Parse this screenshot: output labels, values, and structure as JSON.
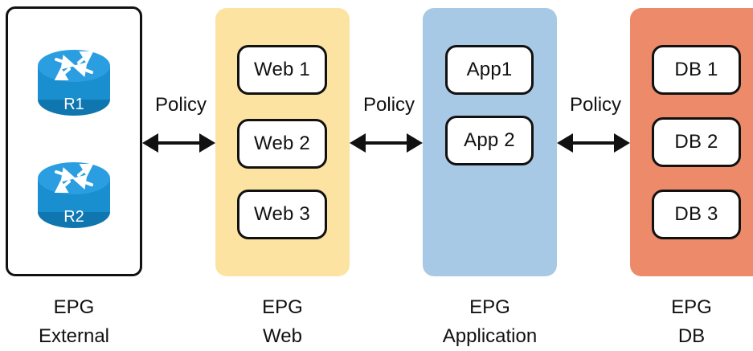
{
  "colors": {
    "web_group": "#fde3a1",
    "app_group": "#a8c9e5",
    "db_group": "#ec8a6a",
    "router": "#1a8fd0",
    "outline": "#111111"
  },
  "groups": {
    "external": {
      "label_line1": "EPG",
      "label_line2": "External",
      "routers": [
        "R1",
        "R2"
      ]
    },
    "web": {
      "label_line1": "EPG",
      "label_line2": "Web",
      "nodes": [
        "Web 1",
        "Web 2",
        "Web 3"
      ]
    },
    "application": {
      "label_line1": "EPG",
      "label_line2": "Application",
      "nodes": [
        "App1",
        "App 2"
      ]
    },
    "db": {
      "label_line1": "EPG",
      "label_line2": "DB",
      "nodes": [
        "DB 1",
        "DB 2",
        "DB 3"
      ]
    }
  },
  "policies": [
    "Policy",
    "Policy",
    "Policy"
  ],
  "icons": {
    "router": "router-icon",
    "arrow": "double-arrow-icon"
  }
}
